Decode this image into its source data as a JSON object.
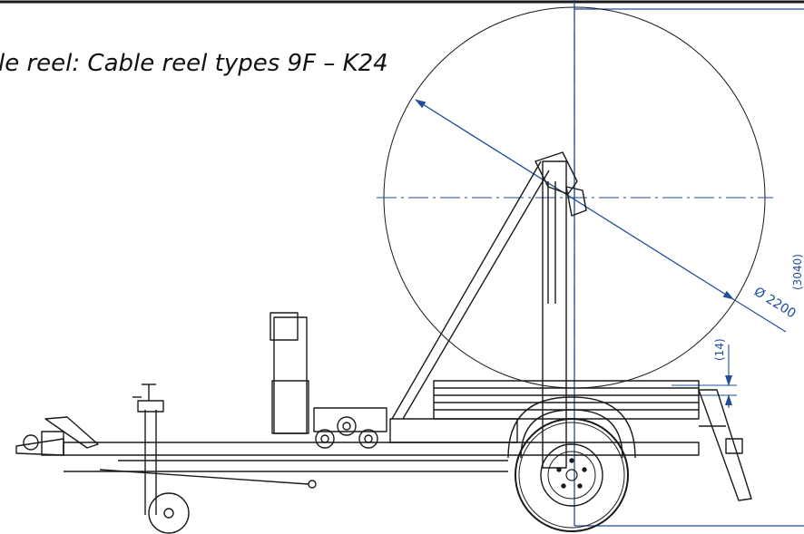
{
  "caption": "le reel: Cable reel types  9F – K24",
  "dimensions": {
    "diameter": "Ø 2200",
    "side_height": "(3040)",
    "clearance": "(14)"
  },
  "colors": {
    "line": "#1a1a1a",
    "dimension": "#1f4e9c",
    "background": "#ffffff"
  }
}
